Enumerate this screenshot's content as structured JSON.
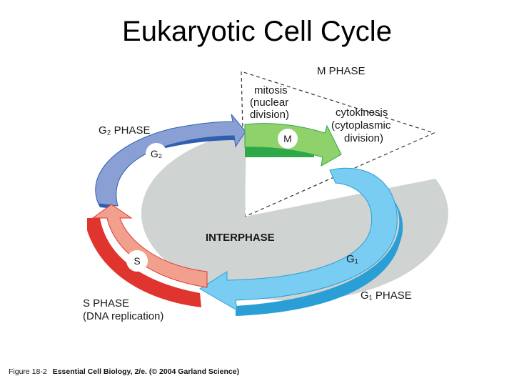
{
  "title": "Eukaryotic Cell Cycle",
  "labels": {
    "m_phase": "M PHASE",
    "mitosis": [
      "mitosis",
      "(nuclear",
      "division)"
    ],
    "cytokinesis": [
      "cytokinesis",
      "(cytoplasmic",
      "division)"
    ],
    "g2_phase": "G₂ PHASE",
    "g2": "G₂",
    "m": "M",
    "interphase": "INTERPHASE",
    "s": "S",
    "g1": "G₁",
    "s_phase": "S PHASE",
    "dna_replication": "(DNA replication)",
    "g1_phase": "G₁ PHASE"
  },
  "caption": {
    "figure": "Figure 18-2",
    "book": "Essential Cell Biology, 2/e. (© 2004 Garland Science)"
  },
  "colors": {
    "g1": "#79cdf2",
    "g1_dark": "#2a9fd6",
    "g2": "#8aa0d4",
    "g2_dark": "#2f5fae",
    "s": "#f2a08e",
    "s_dark": "#e0342e",
    "m": "#8fd16a",
    "m_dark": "#2fa84a",
    "interphase": "#cfd3d2"
  }
}
